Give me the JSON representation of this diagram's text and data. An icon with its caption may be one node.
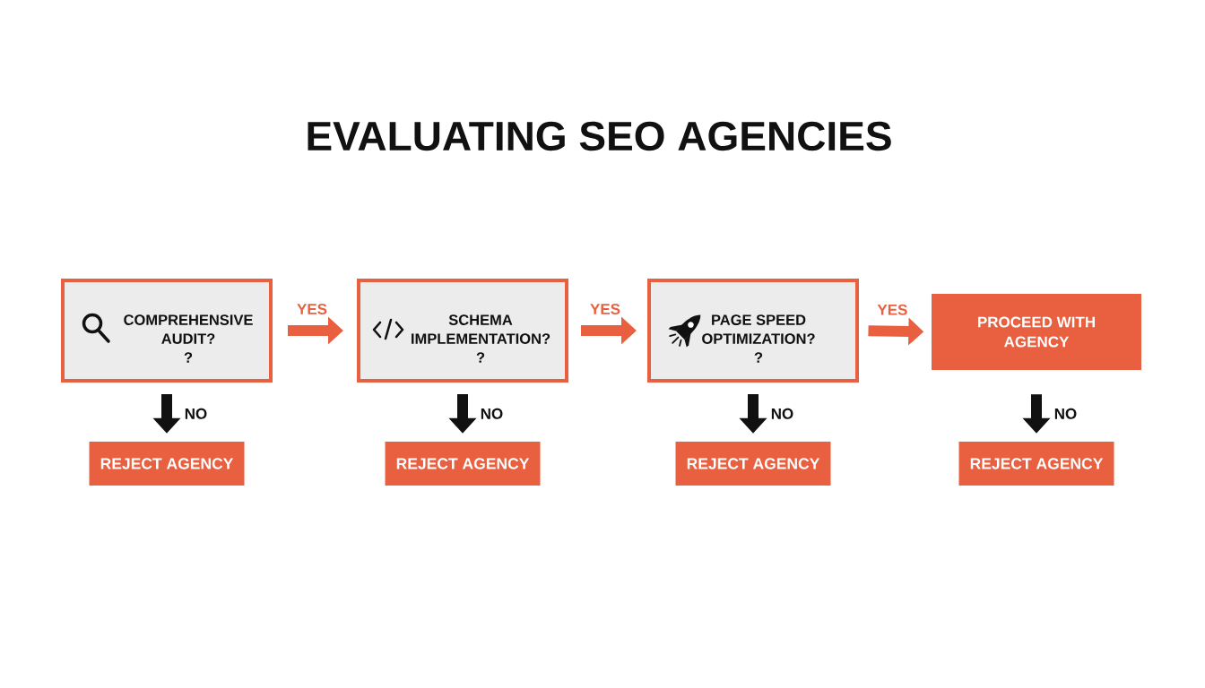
{
  "diagram": {
    "title": "EVALUATING SEO AGENCIES",
    "nodes": [
      {
        "text": [
          "COMPREHENSIVE AUDIT?",
          "?"
        ]
      },
      {
        "text": [
          "SCHEMA IMPLEMENTATION?",
          "?"
        ]
      },
      {
        "text": [
          "PAGE SPEED OPTIMIZATION?",
          "?"
        ]
      },
      {
        "text": [
          "PROCEED WITH AGENCY"
        ]
      },
      {
        "text": [
          "REJECT AGENCY"
        ]
      },
      {
        "text": [
          "REJECT AGENCY"
        ]
      },
      {
        "text": [
          "REJECT AGENCY"
        ]
      },
      {
        "text": [
          "REJECT AGENCY"
        ]
      }
    ],
    "edges": [
      {
        "from": 0,
        "to": 1,
        "arrow": "to",
        "label": "YES",
        "color": "#e8603f"
      },
      {
        "from": 1,
        "to": 2,
        "arrow": "to",
        "label": "YES",
        "color": "#e8603f"
      },
      {
        "from": 2,
        "to": 3,
        "arrow": "to",
        "label": "YES",
        "color": "#e8603f"
      },
      {
        "from": 0,
        "to": 4,
        "arrow": "to",
        "label": "NO"
      },
      {
        "from": 1,
        "to": 5,
        "arrow": "to",
        "label": "NO"
      },
      {
        "from": 2,
        "to": 6,
        "arrow": "to",
        "label": "NO"
      },
      {
        "from": 3,
        "to": 7,
        "arrow": "to",
        "label": "NO"
      }
    ]
  }
}
